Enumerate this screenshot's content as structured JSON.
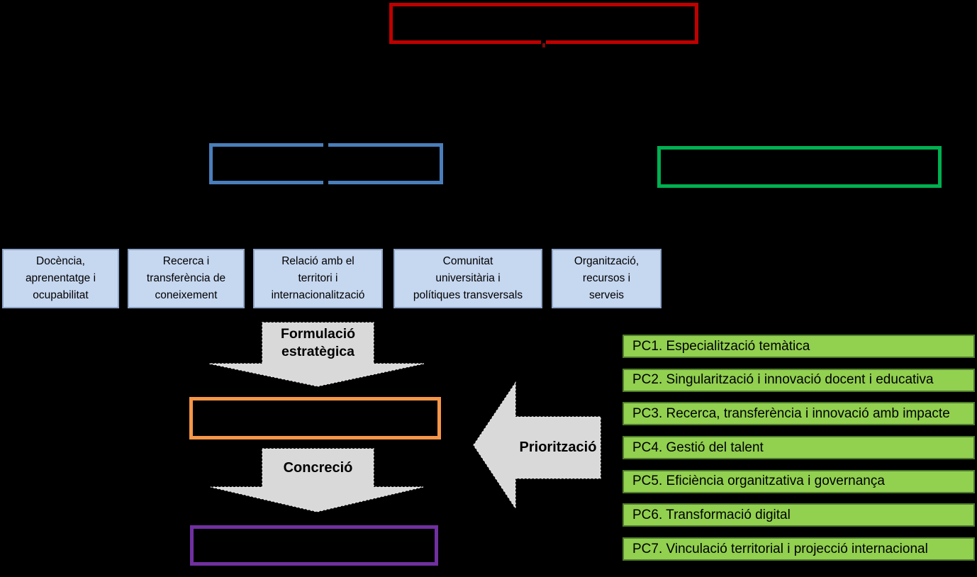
{
  "diagram": {
    "description_colors": {
      "background": "#000000",
      "top_box_border": "#BE0000",
      "left_box_border": "#4A7EBB",
      "right_box_border": "#00B050",
      "middle_box_border": "#F79646",
      "bottom_box_border": "#7030A0",
      "axis_box_fill": "#C6D7F0",
      "axis_box_border": "#8EA5C8",
      "arrow_fill": "#D9D9D9",
      "priority_fill": "#92D050",
      "priority_border": "#4E7B2A"
    },
    "strategic_axes": {
      "items": [
        {
          "label": "Docència, aprenentatge i ocupabilitat",
          "lines": [
            "Docència,",
            "aprenentatge i",
            "ocupabilitat"
          ]
        },
        {
          "label": "Recerca i transferència de coneixement",
          "lines": [
            "Recerca i",
            "transferència de",
            "coneixement"
          ]
        },
        {
          "label": "Relació amb el territori i internacionalització",
          "lines": [
            "Relació amb el",
            "territori i",
            "internacionalització"
          ]
        },
        {
          "label": "Comunitat universitària i polítiques transversals",
          "lines": [
            "Comunitat",
            "universitària i",
            "polítiques transversals"
          ]
        },
        {
          "label": "Organització, recursos i serveis",
          "lines": [
            "Organització,",
            "recursos i",
            "serveis"
          ]
        }
      ]
    },
    "process_arrows": {
      "formulacio": {
        "label": "Formulació estratègica",
        "lines": [
          "Formulació",
          "estratègica"
        ]
      },
      "concrecio": {
        "label": "Concreció"
      },
      "prioritzacio": {
        "label": "Priorització"
      }
    },
    "priority_lines": {
      "items": [
        {
          "label": "PC1. Especialització temàtica"
        },
        {
          "label": "PC2. Singularització i innovació docent i educativa"
        },
        {
          "label": "PC3. Recerca, transferència i innovació amb impacte"
        },
        {
          "label": "PC4. Gestió del talent"
        },
        {
          "label": "PC5. Eficiència organitzativa i governança"
        },
        {
          "label": "PC6. Transformació digital"
        },
        {
          "label": "PC7. Vinculació territorial i projecció internacional"
        }
      ]
    }
  }
}
